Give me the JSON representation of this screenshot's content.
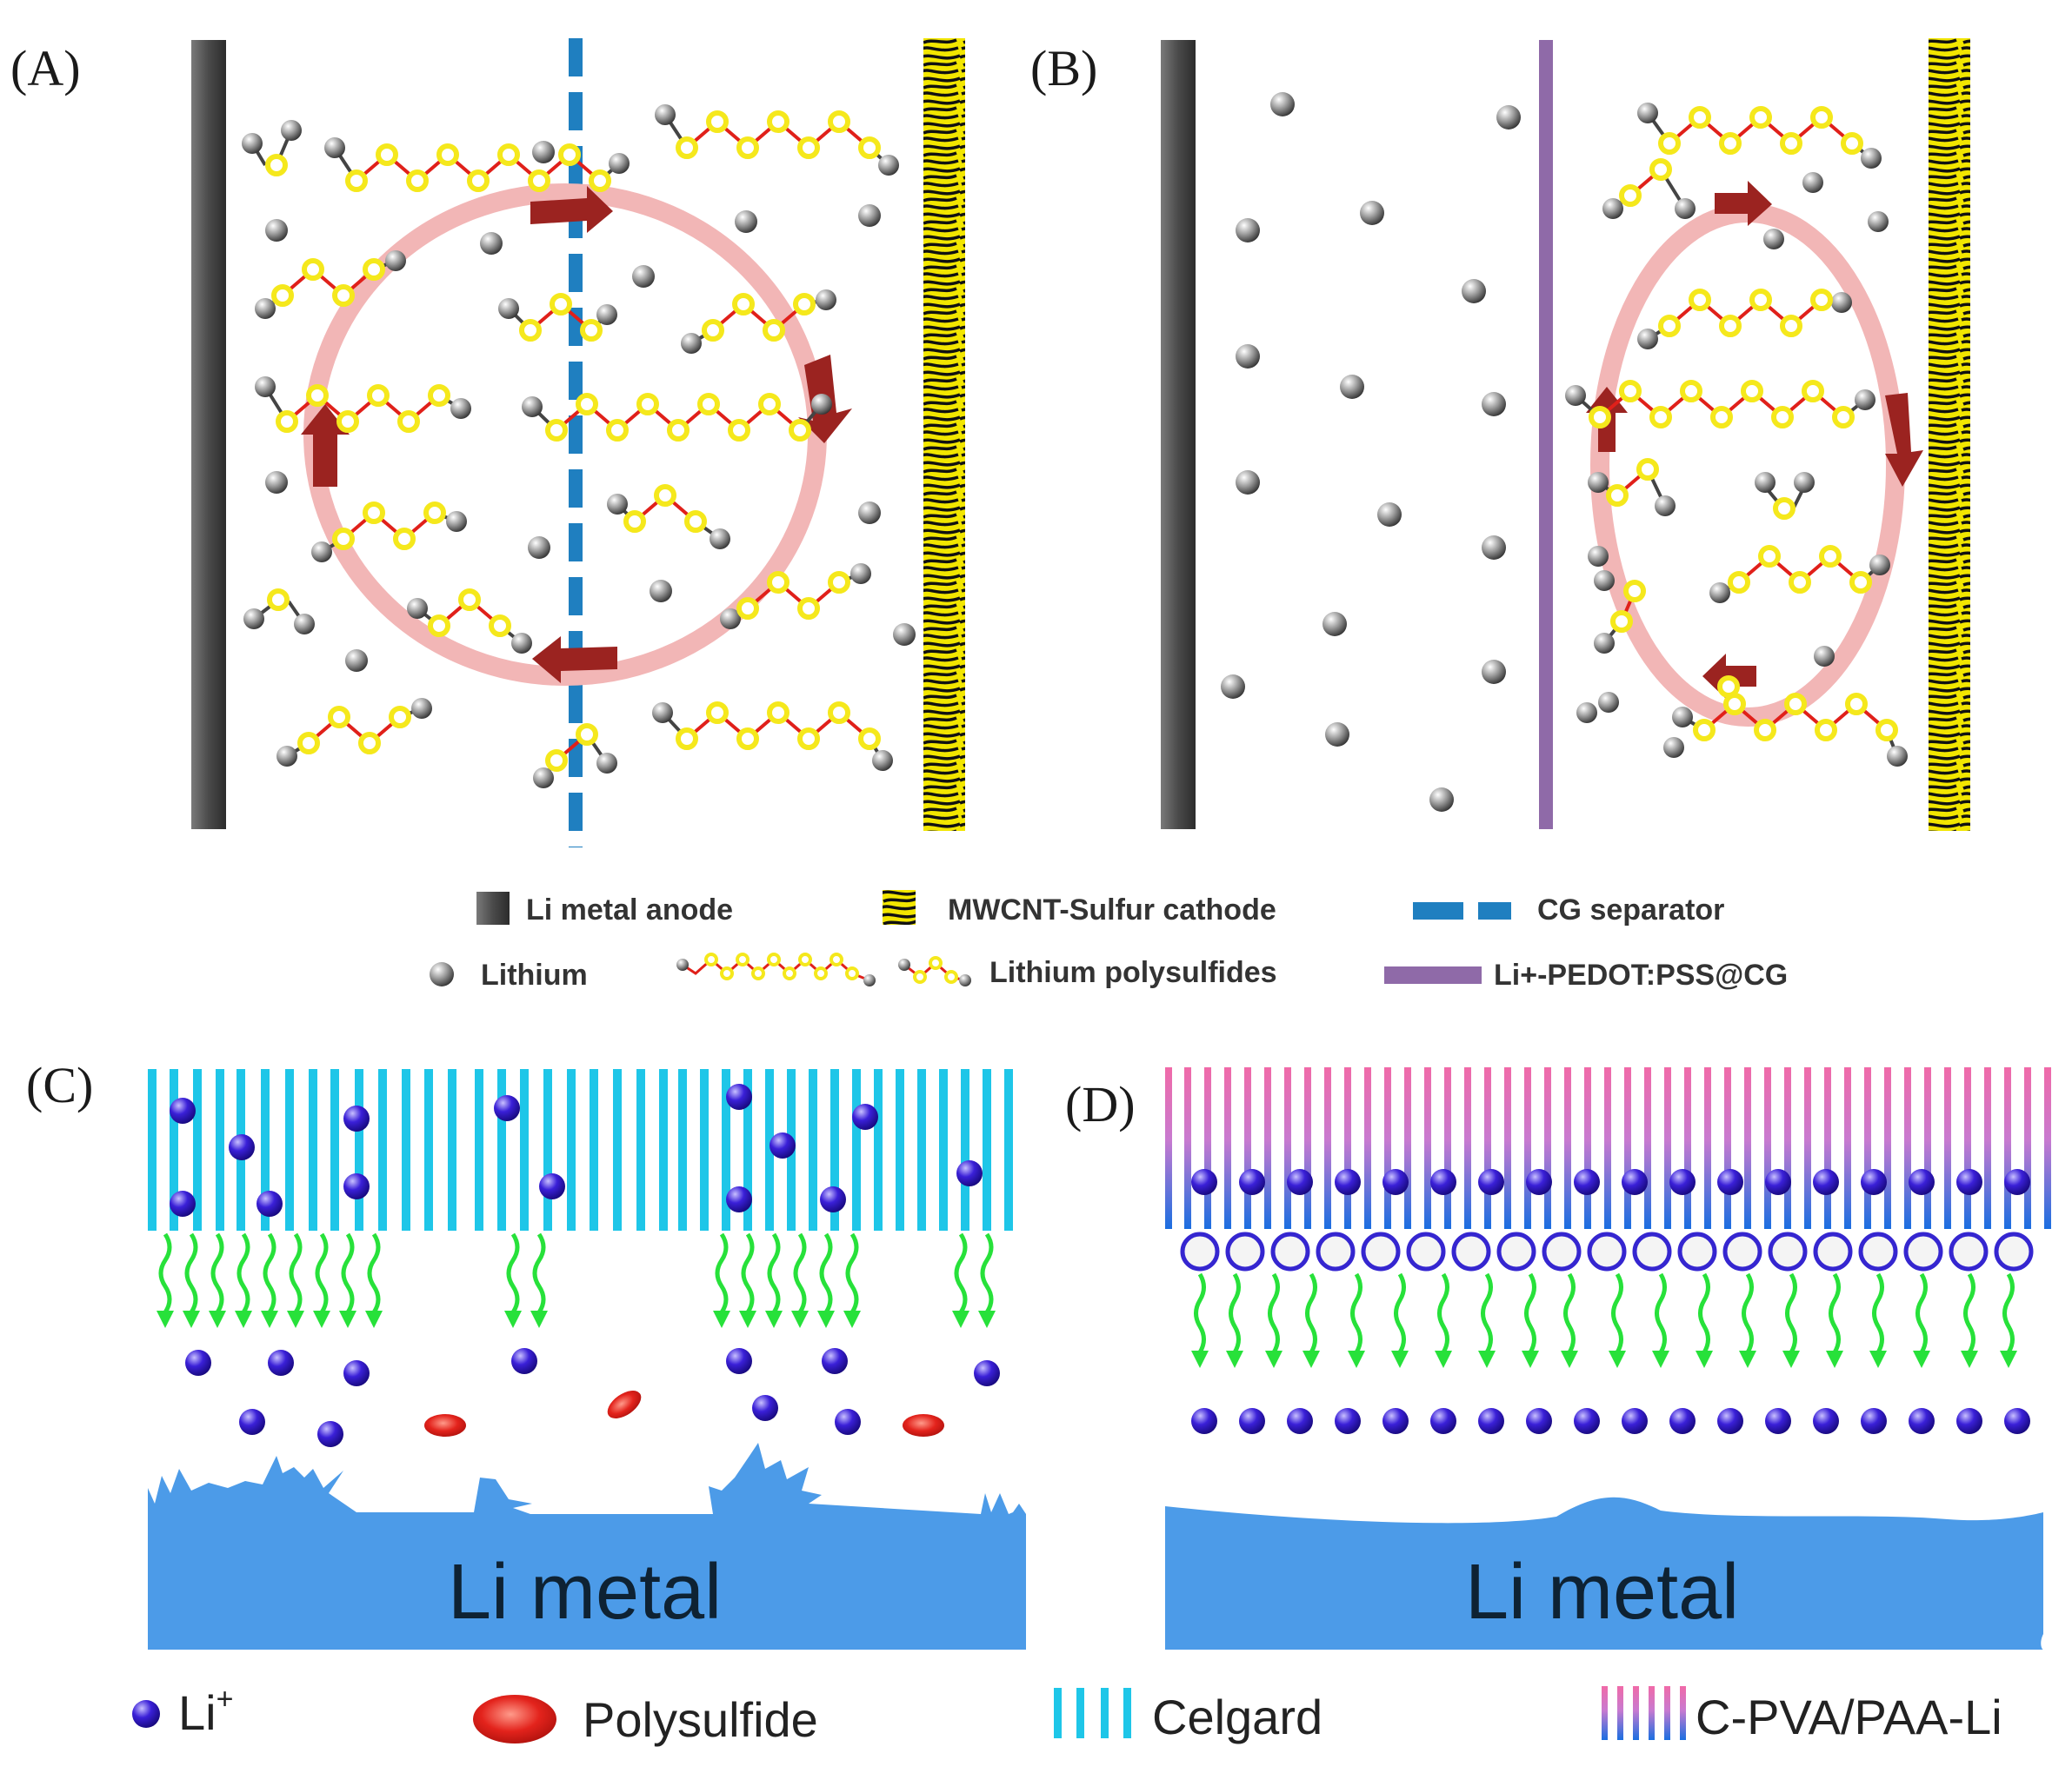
{
  "panels": {
    "a": "(A)",
    "b": "(B)",
    "c": "(C)",
    "d": "(D)"
  },
  "legend_top": {
    "anode": "Li metal anode",
    "cathode": "MWCNT-Sulfur cathode",
    "separator": "CG separator",
    "lithium": "Lithium",
    "polysulfides": "Lithium polysulfides",
    "coated_separator": "Li+-PEDOT:PSS@CG"
  },
  "legend_bottom": {
    "li_ion": "Li",
    "li_ion_superscript": "+",
    "polysulfide": "Polysulfide",
    "celgard": "Celgard",
    "coated": "C-PVA/PAA-Li"
  },
  "metal": {
    "c": "Li metal",
    "d": "Li metal"
  },
  "colors": {
    "anode": "#4a4a4a",
    "cathode_yellow": "#f2e600",
    "separator_blue": "#1f7fc0",
    "coated_separator": "#8f6aa8",
    "shuttle_ring": "#f2b6b6",
    "shuttle_arrow": "#9b2320",
    "sulfur": "#f5e81c",
    "bond": "#e0201a",
    "celgard": "#1ec6e8",
    "li_ion": "#2a10c8",
    "li_flux": "#27e13a",
    "polysulfide": "#e0302a",
    "li_metal": "#4c9be8",
    "coating_pink": "#f06aa8"
  }
}
